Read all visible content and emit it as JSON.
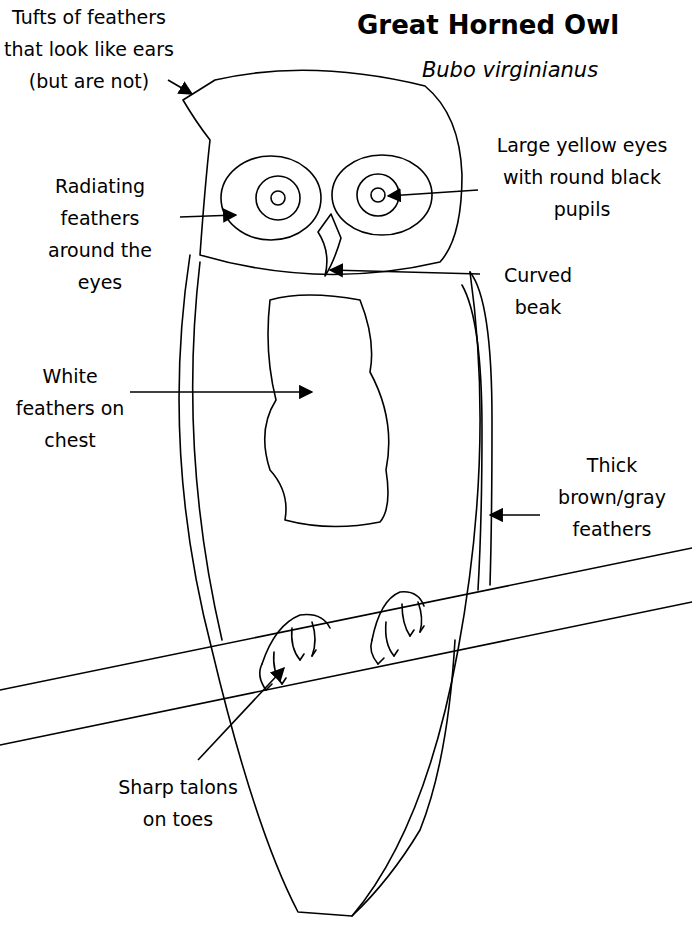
{
  "diagram": {
    "title": "Great Horned Owl",
    "labels": [
      "Bubo virginianus",
      "Tufts of feathers that look like ears (but are not)",
      "Large yellow eyes with round black pupils",
      "Radiating feathers around the eyes",
      "Curved beak",
      "White feathers on chest",
      "Thick brown/gray feathers",
      "Sharp talons on toes"
    ]
  }
}
